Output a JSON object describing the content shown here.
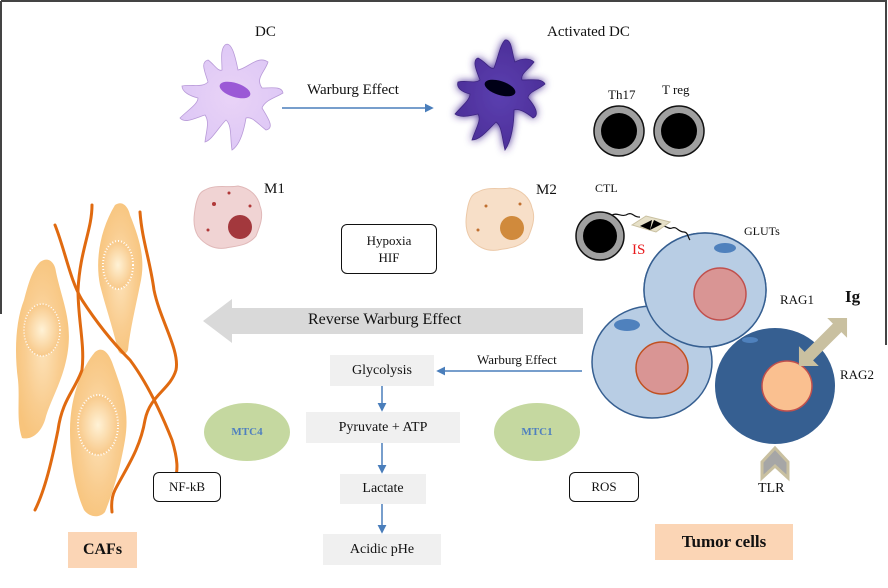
{
  "figure": {
    "cells": {
      "dc": "DC",
      "activated_dc": "Activated DC",
      "th17": "Th17",
      "treg": "T reg",
      "m1": "M1",
      "m2": "M2",
      "ctl": "CTL",
      "is": "IS",
      "gluts": "GLUTs",
      "rag1": "RAG1",
      "rag2": "RAG2",
      "ig": "Ig",
      "tlr": "TLR"
    },
    "arrows": {
      "warburg_top": "Warburg Effect",
      "reverse_warburg": "Reverse Warburg Effect",
      "warburg_mid": "Warburg Effect"
    },
    "boxes": {
      "hypoxia_line1": "Hypoxia",
      "hypoxia_line2": "HIF",
      "nfkb": "NF-kB",
      "ros": "ROS"
    },
    "pathway": [
      "Glycolysis",
      "Pyruvate + ATP",
      "Lactate",
      "Acidic pHe"
    ],
    "transporters": {
      "mtc4": "MTC4",
      "mtc1": "MTC1"
    },
    "group_labels": {
      "cafs": "CAFs",
      "tumor_cells": "Tumor cells"
    },
    "colors": {
      "arrow_blue": "#4a7ebb",
      "caf_fiber": "#e06a10",
      "caf_cell": "#f9c98a",
      "tumor_light": "#b8cde4",
      "tumor_dark": "#365f91",
      "nucleus_pink": "#d99594",
      "label_bg_peach": "#fbd5b5",
      "mtc_green": "#c5d8a0",
      "is_red": "#e8191c",
      "dc_pink": "#e5c8f5",
      "activated_dc_purple": "#5a35a8",
      "receptor_beige": "#c9c0a0"
    }
  }
}
